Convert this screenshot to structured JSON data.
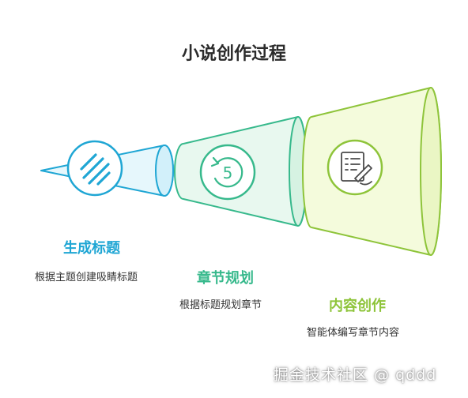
{
  "title": "小说创作过程",
  "stages": [
    {
      "label": "生成标题",
      "desc": "根据主题创建吸睛标题",
      "icon": "document-lines-icon",
      "color": "#1fa6d4",
      "fill": "#e6f7fc"
    },
    {
      "label": "章节规划",
      "desc": "根据标题规划章节",
      "icon": "cycle-five-icon",
      "icon_text": "5",
      "color": "#37b98c",
      "fill": "#e8f8ef"
    },
    {
      "label": "内容创作",
      "desc": "智能体编写章节内容",
      "icon": "checklist-pen-icon",
      "color": "#8ec43a",
      "fill": "#f4fbdc"
    }
  ],
  "watermark": "掘金技术社区 @ qddd"
}
